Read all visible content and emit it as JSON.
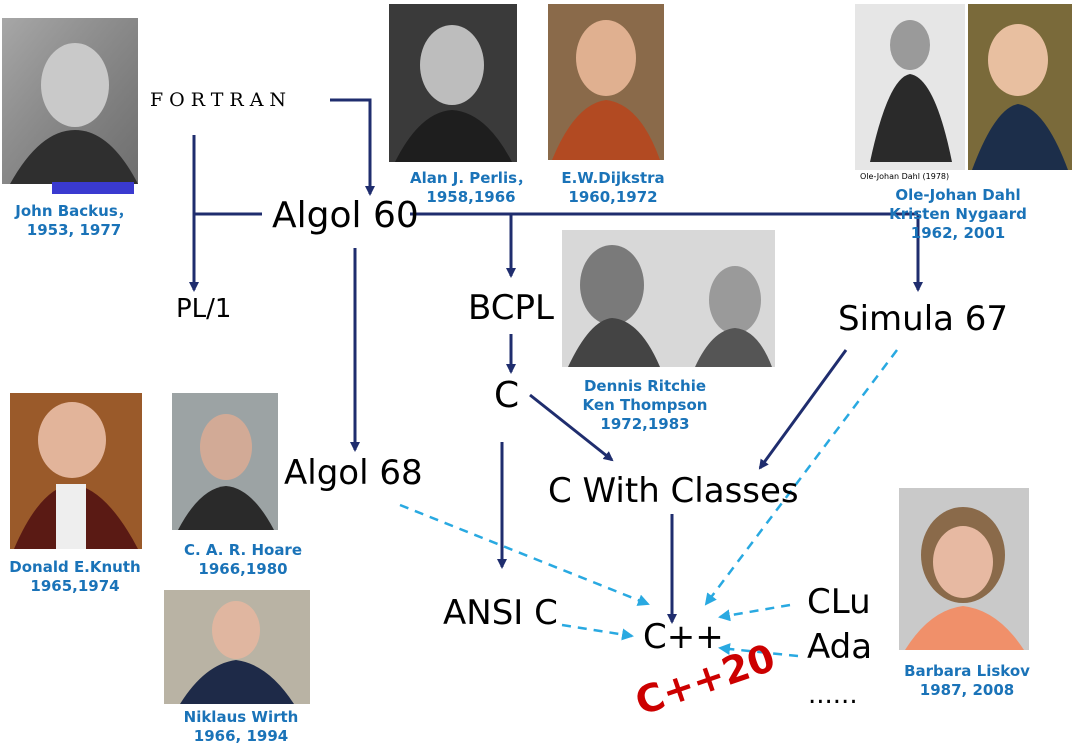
{
  "languages": {
    "fortran": "FORTRAN",
    "algol60": "Algol 60",
    "pl1": "PL/1",
    "bcpl": "BCPL",
    "simula67": "Simula 67",
    "c": "C",
    "algol68": "Algol 68",
    "c_with_classes": "C With Classes",
    "ansi_c": "ANSI C",
    "cpp": "C++",
    "clu": "CLu",
    "ada": "Ada",
    "ellipsis": "......",
    "cpp20": "C++20"
  },
  "people": {
    "backus": {
      "name": "John Backus，",
      "years": "1953, 1977"
    },
    "perlis": {
      "name": "Alan J.  Perlis，",
      "years": "1958,1966"
    },
    "dijkstra": {
      "name": "E.W.Dijkstra",
      "years": "1960,1972"
    },
    "dahl_photo_caption": "Ole-Johan Dahl (1978)",
    "dahl_nygaard": {
      "name1": "Ole-Johan Dahl",
      "name2": "Kristen Nygaard",
      "years": "1962, 2001"
    },
    "ritchie_thompson": {
      "name1": "Dennis Ritchie",
      "name2": "Ken Thompson",
      "years": "1972,1983"
    },
    "knuth": {
      "name": "Donald E.Knuth",
      "years": "1965,1974"
    },
    "hoare": {
      "name": "C. A. R. Hoare",
      "years": "1966,1980"
    },
    "wirth": {
      "name": "Niklaus Wirth",
      "years": "1966, 1994"
    },
    "liskov": {
      "name": "Barbara Liskov",
      "years": "1987, 2008"
    }
  },
  "colors": {
    "solid_arrow": "#1f2d6e",
    "dashed_arrow": "#29a9e1",
    "caption": "#1a73b8",
    "cpp20": "#cc0000"
  }
}
